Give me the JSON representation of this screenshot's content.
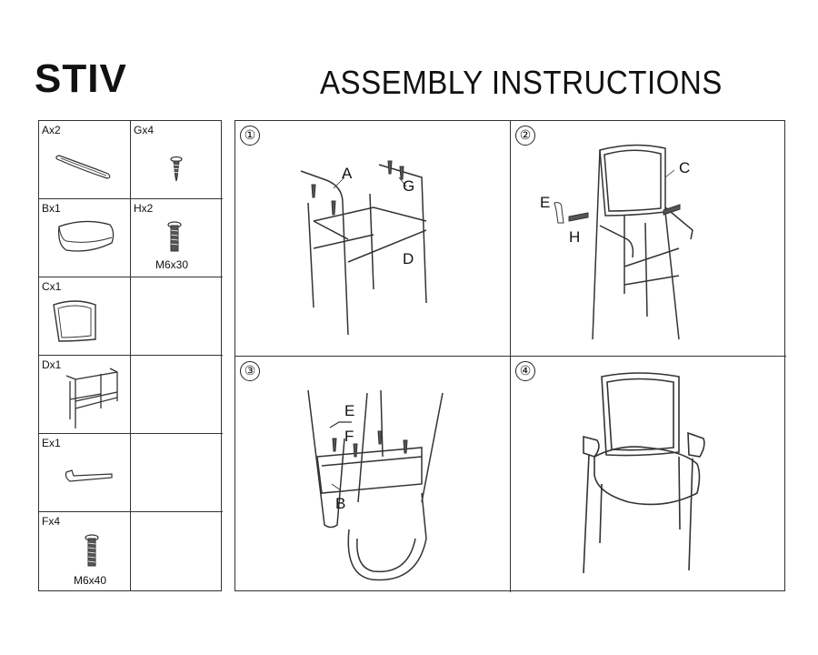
{
  "header": {
    "brand": "STIV",
    "title": "ASSEMBLY INSTRUCTIONS"
  },
  "parts": [
    {
      "label": "Ax2",
      "icon": "armrest-icon"
    },
    {
      "label": "Gx4",
      "icon": "wood-screw-icon"
    },
    {
      "label": "Bx1",
      "icon": "seat-cushion-icon"
    },
    {
      "label": "Hx2",
      "icon": "bolt-icon",
      "spec": "M6x30"
    },
    {
      "label": "Cx1",
      "icon": "backrest-icon"
    },
    {
      "label": "",
      "icon": ""
    },
    {
      "label": "Dx1",
      "icon": "chair-frame-icon"
    },
    {
      "label": "",
      "icon": ""
    },
    {
      "label": "Ex1",
      "icon": "allen-key-icon"
    },
    {
      "label": "",
      "icon": ""
    },
    {
      "label": "Fx4",
      "icon": "bolt-icon",
      "spec": "M6x40"
    },
    {
      "label": "",
      "icon": ""
    }
  ],
  "steps": [
    {
      "number": "①",
      "callouts": [
        "A",
        "G",
        "D"
      ]
    },
    {
      "number": "②",
      "callouts": [
        "C",
        "E",
        "H"
      ]
    },
    {
      "number": "③",
      "callouts": [
        "E",
        "F",
        "B"
      ]
    },
    {
      "number": "④",
      "callouts": []
    }
  ],
  "colors": {
    "line": "#333333",
    "ink": "#111111",
    "background": "#ffffff"
  }
}
